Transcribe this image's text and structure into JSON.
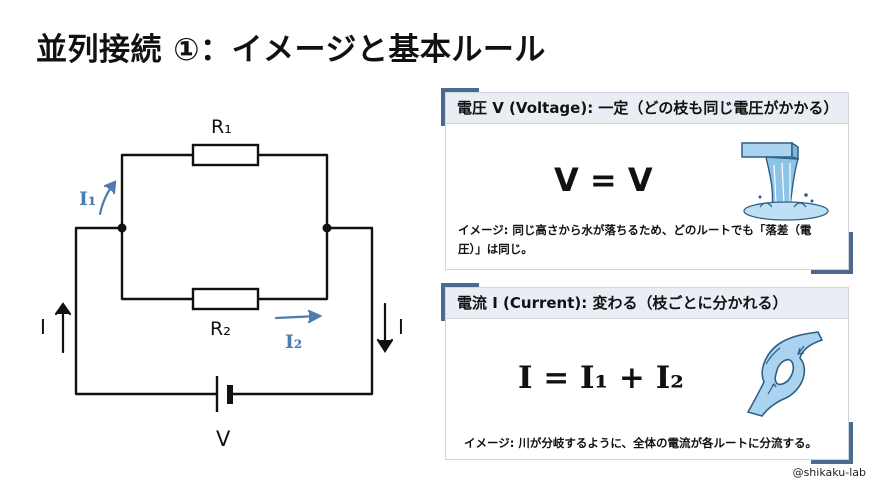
{
  "title": "並列接続 ①：イメージと基本ルール",
  "circuit": {
    "r1_label": "R₁",
    "r2_label": "R₂",
    "i1_label": "I₁",
    "i2_label": "I₂",
    "i_left_label": "I",
    "i_right_label": "I",
    "v_label": "V",
    "colors": {
      "wire": "#111111",
      "accent": "#4e7bb0"
    }
  },
  "voltage_card": {
    "header": "電圧 V (Voltage): 一定（どの枝も同じ電圧がかかる）",
    "formula": "V = V",
    "note_line1": "イメージ: 同じ高さから水が落ちるため、どのルートでも「落差（電",
    "note_line2": "圧）」は同じ。",
    "icon": "waterfall-icon"
  },
  "current_card": {
    "header": "電流 I (Current): 変わる（枝ごとに分かれる）",
    "formula": "I = I₁ + I₂",
    "note": "イメージ: 川が分岐するように、全体の電流が各ルートに分流する。",
    "icon": "river-split-icon"
  },
  "credit": "@shikaku-lab"
}
